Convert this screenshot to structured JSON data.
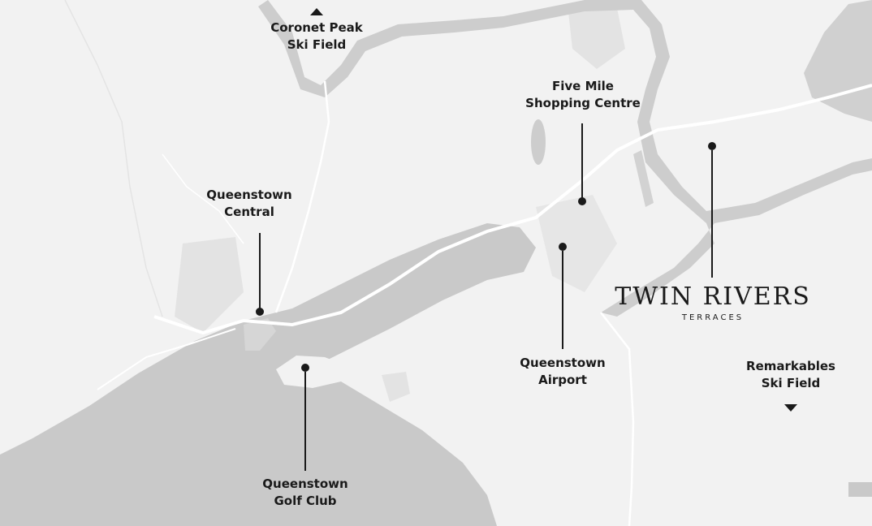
{
  "brand": {
    "name": "TWIN RIVERS",
    "subtitle": "TERRACES"
  },
  "places": {
    "coronet_peak": {
      "line1": "Coronet Peak",
      "line2": "Ski Field"
    },
    "five_mile": {
      "line1": "Five Mile",
      "line2": "Shopping Centre"
    },
    "queenstown_central": {
      "line1": "Queenstown",
      "line2": "Central"
    },
    "queenstown_airport": {
      "line1": "Queenstown",
      "line2": "Airport"
    },
    "remarkables": {
      "line1": "Remarkables",
      "line2": "Ski Field"
    },
    "golf_club": {
      "line1": "Queenstown",
      "line2": "Golf Club"
    }
  },
  "colors": {
    "land": "#f2f2f2",
    "water": "#c9c9c9",
    "park": "#e2e2e2",
    "road": "#ffffff",
    "ink": "#1a1a1a"
  }
}
